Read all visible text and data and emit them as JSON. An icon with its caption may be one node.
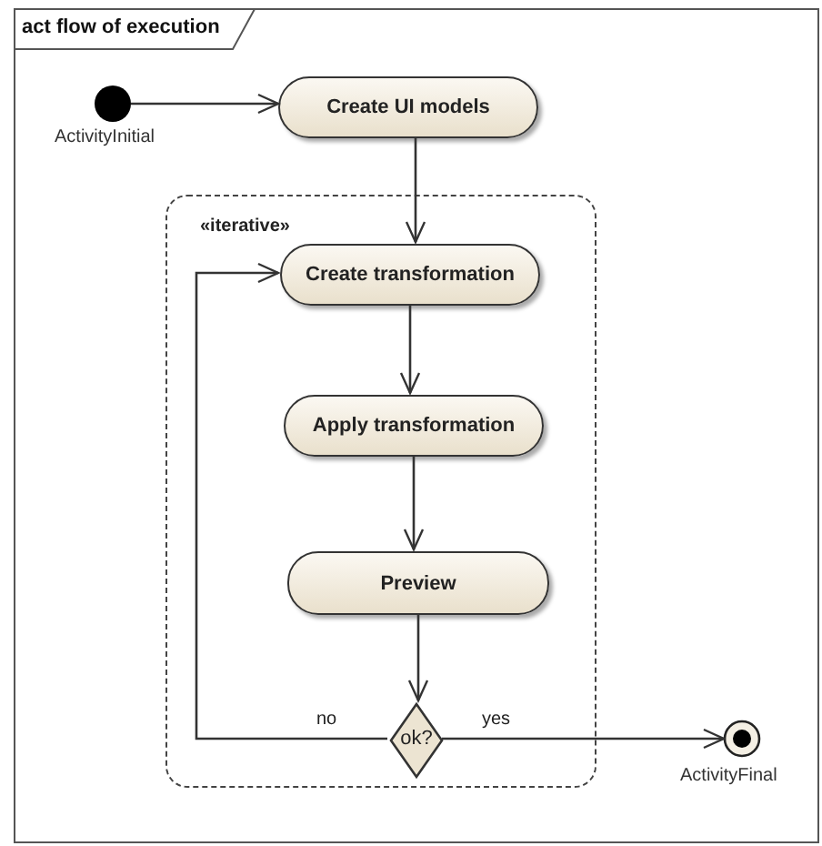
{
  "diagram": {
    "title": "act flow of execution",
    "nodes": [
      {
        "text": [],
        "shape": "circle",
        "beside": [
          "ActivityInitial"
        ]
      },
      {
        "text": [
          "Create UI models"
        ]
      },
      {
        "text": [
          "«iterative»"
        ]
      },
      {
        "text": [
          "Create transformation"
        ],
        "in": 2
      },
      {
        "text": [
          "Apply transformation"
        ],
        "in": 2
      },
      {
        "text": [
          "Preview"
        ],
        "in": 2
      },
      {
        "text": [
          "ok?"
        ],
        "in": 2
      },
      {
        "text": [],
        "shape": "circle",
        "beside": [
          "ActivityFinal"
        ]
      }
    ],
    "edges": [
      {
        "from": 0,
        "to": 1,
        "arrow": "to"
      },
      {
        "from": 1,
        "to": 3,
        "arrow": "to"
      },
      {
        "from": 3,
        "to": 4,
        "arrow": "to"
      },
      {
        "from": 4,
        "to": 5,
        "arrow": "to"
      },
      {
        "from": 5,
        "to": 6,
        "arrow": "to"
      },
      {
        "from": 6,
        "to": 3,
        "arrow": "to",
        "label": "no"
      },
      {
        "from": 6,
        "to": 7,
        "arrow": "to",
        "label": "yes"
      }
    ]
  }
}
